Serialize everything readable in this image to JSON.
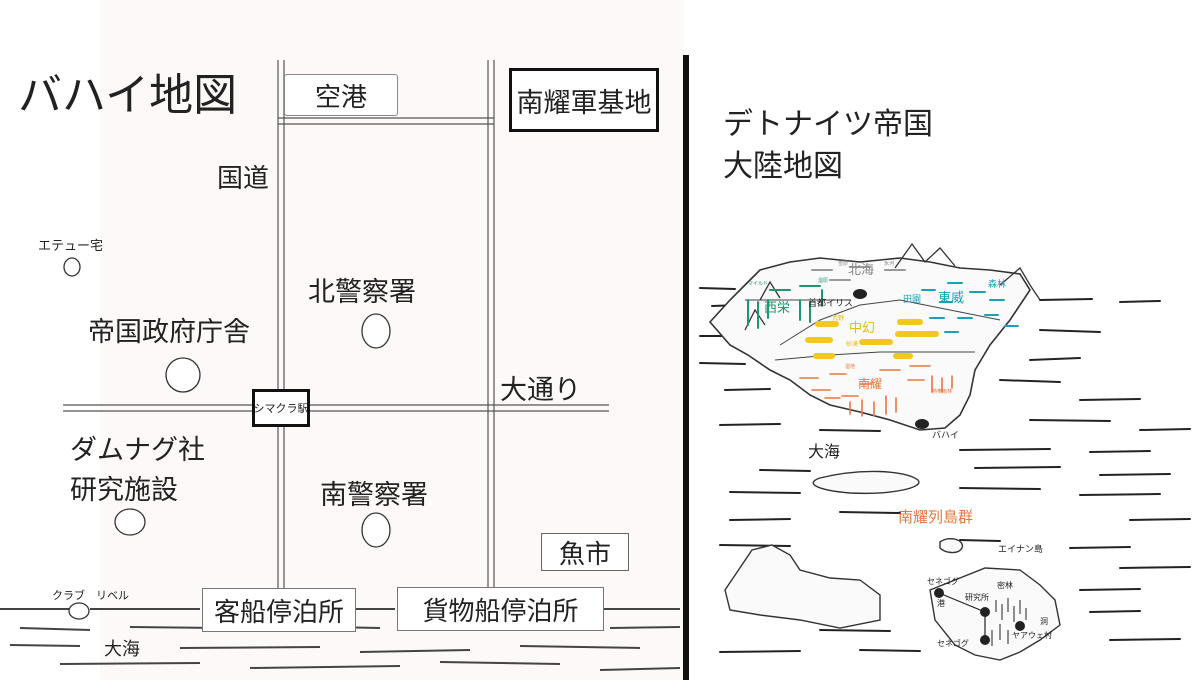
{
  "left_map": {
    "title": "バハイ地図",
    "airport": "空港",
    "military_base": "南耀軍基地",
    "national_road": "国道",
    "etyu_house": "エテュー宅",
    "north_police": "北警察署",
    "gov_office": "帝国政府庁舎",
    "main_street": "大通り",
    "station": "シマクラ駅",
    "damunagu_line1": "ダムナグ社",
    "damunagu_line2": "研究施設",
    "south_police": "南警察署",
    "fish_market": "魚市",
    "club_label": "クラブ　リベル",
    "passenger_pier": "客船停泊所",
    "cargo_pier": "貨物船停泊所",
    "ocean": "大海"
  },
  "right_map": {
    "title_line1": "デトナイツ帝国",
    "title_line2": "大陸地図",
    "north_sea": "北海",
    "west_prosperity": "西栄",
    "east_might": "東威",
    "middle_illusion": "中幻",
    "south_radiance": "南耀",
    "capital": "首都イリス",
    "forest": "森林",
    "fields": "田園",
    "wilderness": "荒野",
    "desert": "砂漠",
    "ocean": "大海",
    "bahai": "バハイ",
    "islands": "南耀列島群",
    "einan_island": "エイナン島",
    "senegog_port_a": "セネゴグ",
    "senegog_port_b": "港",
    "senegog": "セネゴグ",
    "dense_forest": "密林",
    "research": "研究所",
    "yaawe_village": "ヤアウェ村",
    "cave": "洞",
    "small_left_north": "マイルド",
    "small_marsh": "湿原",
    "small_snow": "雪原",
    "small_ice": "氷河",
    "small_wet": "湿地",
    "small_tropic": "熱帯雨林"
  },
  "colors": {
    "west": "#1a9a6a",
    "east": "#1aa0b8",
    "middle": "#f2c81e",
    "south": "#e9763c",
    "north": "#888888",
    "islands_label": "#e9763c"
  }
}
